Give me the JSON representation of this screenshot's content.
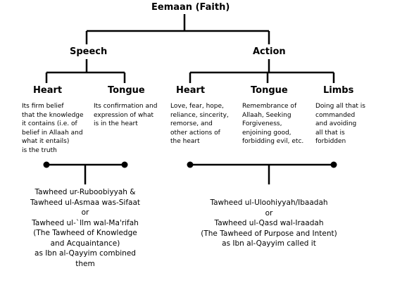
{
  "root": "Eemaan (Faith)",
  "speech": {
    "title": "Speech",
    "heart": {
      "title": "Heart",
      "lines": [
        "Its firm belief",
        "that the knowledge",
        "it contains (i.e. of",
        "belief in Allaah and",
        "what it entails)",
        "is the truth"
      ]
    },
    "tongue": {
      "title": "Tongue",
      "lines": [
        "Its confirmation and",
        "expression of what",
        "is in the heart"
      ]
    }
  },
  "action": {
    "title": "Action",
    "heart": {
      "title": "Heart",
      "lines": [
        "Love, fear, hope,",
        "reliance, sincerity,",
        "remorse, and",
        "other actions of",
        "the heart"
      ]
    },
    "tongue": {
      "title": "Tongue",
      "lines": [
        "Remembrance of",
        "Allaah, Seeking",
        "Forgiveness,",
        "enjoining good,",
        "forbidding evil, etc."
      ]
    },
    "limbs": {
      "title": "Limbs",
      "lines": [
        "Doing all that is",
        "commanded",
        "and avoiding",
        "all that is",
        "forbidden"
      ]
    }
  },
  "left_result": [
    "Tawheed ur-Ruboobiyyah &",
    "Tawheed ul-Asmaa was-Sifaat",
    "or",
    "Tawheed ul-`Ilm wal-Ma'rifah",
    "(The Tawheed of Knowledge",
    "and Acquaintance)",
    "as Ibn al-Qayyim combined",
    "them"
  ],
  "right_result": [
    "Tawheed ul-Uloohiyyah/Ibaadah",
    "or",
    "Tawheed ul-Qasd wal-Iraadah",
    "(The Tawheed of Purpose and Intent)",
    "as Ibn al-Qayyim called it"
  ]
}
